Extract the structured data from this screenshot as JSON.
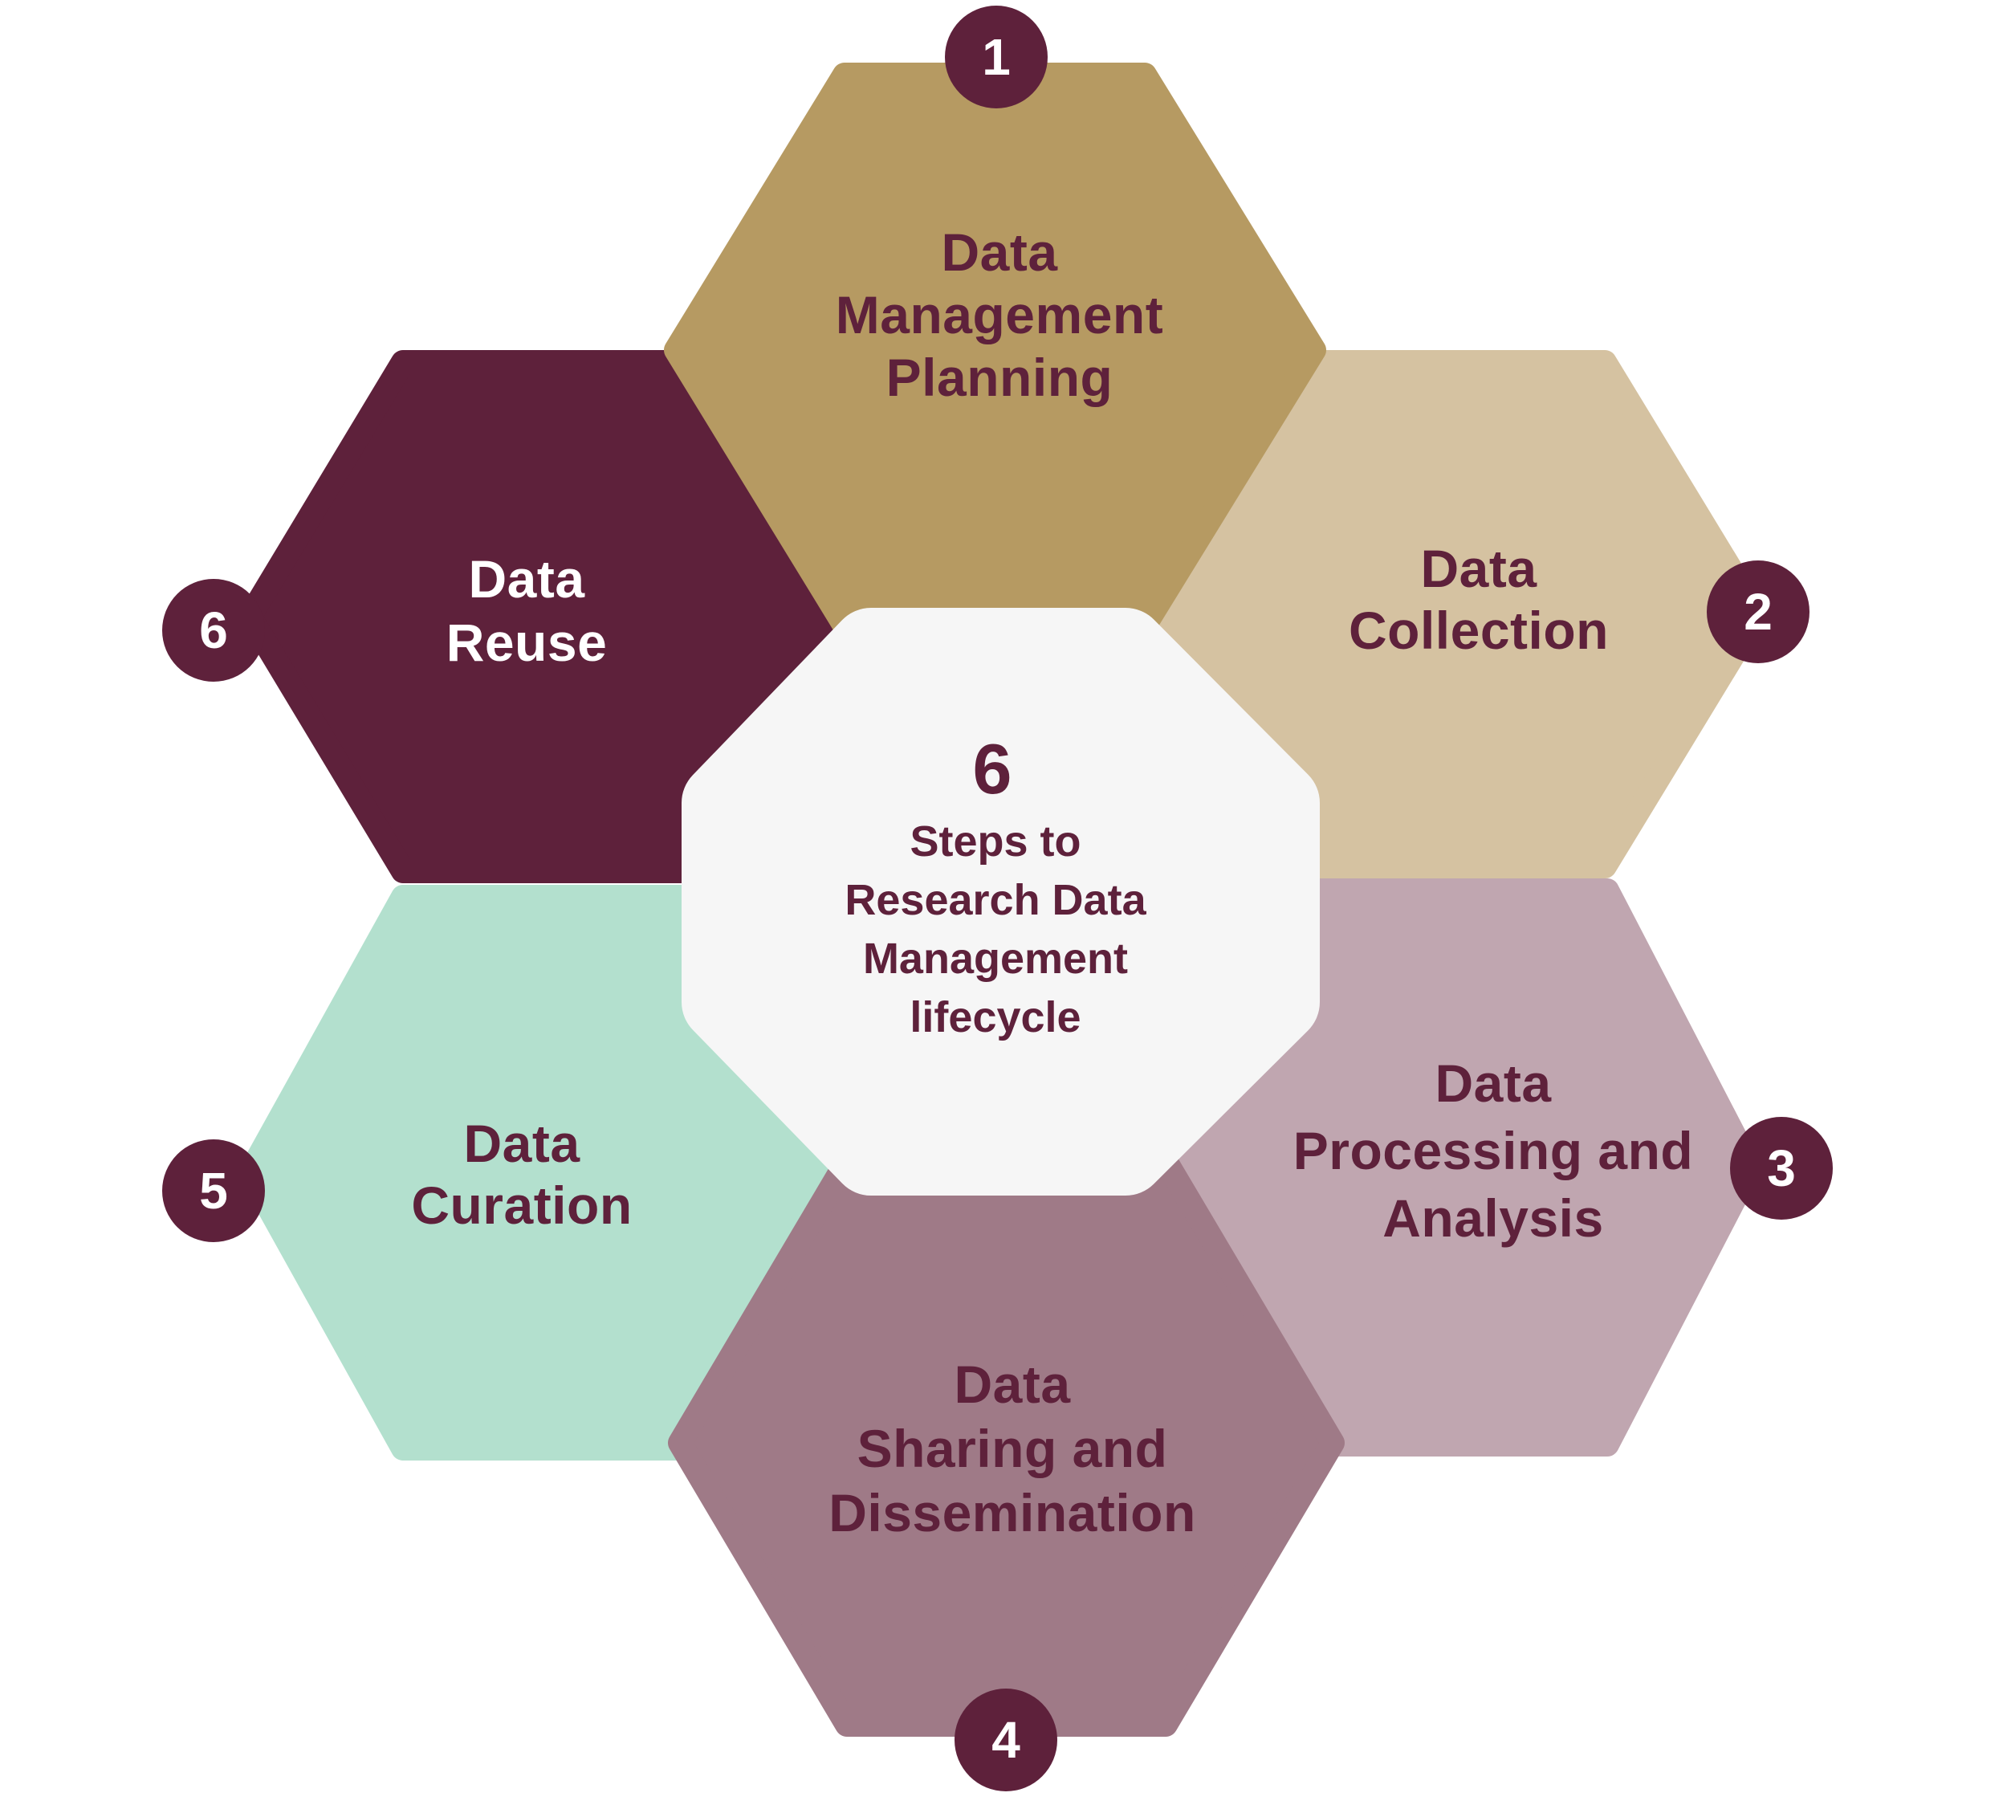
{
  "title": {
    "number": "6",
    "lines": [
      "Steps to",
      "Research Data",
      "Management",
      "lifecycle"
    ]
  },
  "colors": {
    "background": "#ffffff",
    "accent": "#5e213b",
    "center": "#f6f6f6",
    "badge_text": "#ffffff"
  },
  "steps": [
    {
      "number": "1",
      "lines": [
        "Data",
        "Management",
        "Planning"
      ],
      "color": "#b69a62",
      "text_color": "#5e213b"
    },
    {
      "number": "2",
      "lines": [
        "Data",
        "Collection"
      ],
      "color": "#d5c2a1",
      "text_color": "#5e213b"
    },
    {
      "number": "3",
      "lines": [
        "Data",
        "Processing and",
        "Analysis"
      ],
      "color": "#c0a6b0",
      "text_color": "#5e213b"
    },
    {
      "number": "4",
      "lines": [
        "Data",
        "Sharing and",
        "Dissemination"
      ],
      "color": "#9f7a87",
      "text_color": "#5e213b"
    },
    {
      "number": "5",
      "lines": [
        "Data",
        "Curation"
      ],
      "color": "#b3e0ce",
      "text_color": "#5e213b"
    },
    {
      "number": "6",
      "lines": [
        "Data",
        "Reuse"
      ],
      "color": "#5e213b",
      "text_color": "#ffffff"
    }
  ]
}
